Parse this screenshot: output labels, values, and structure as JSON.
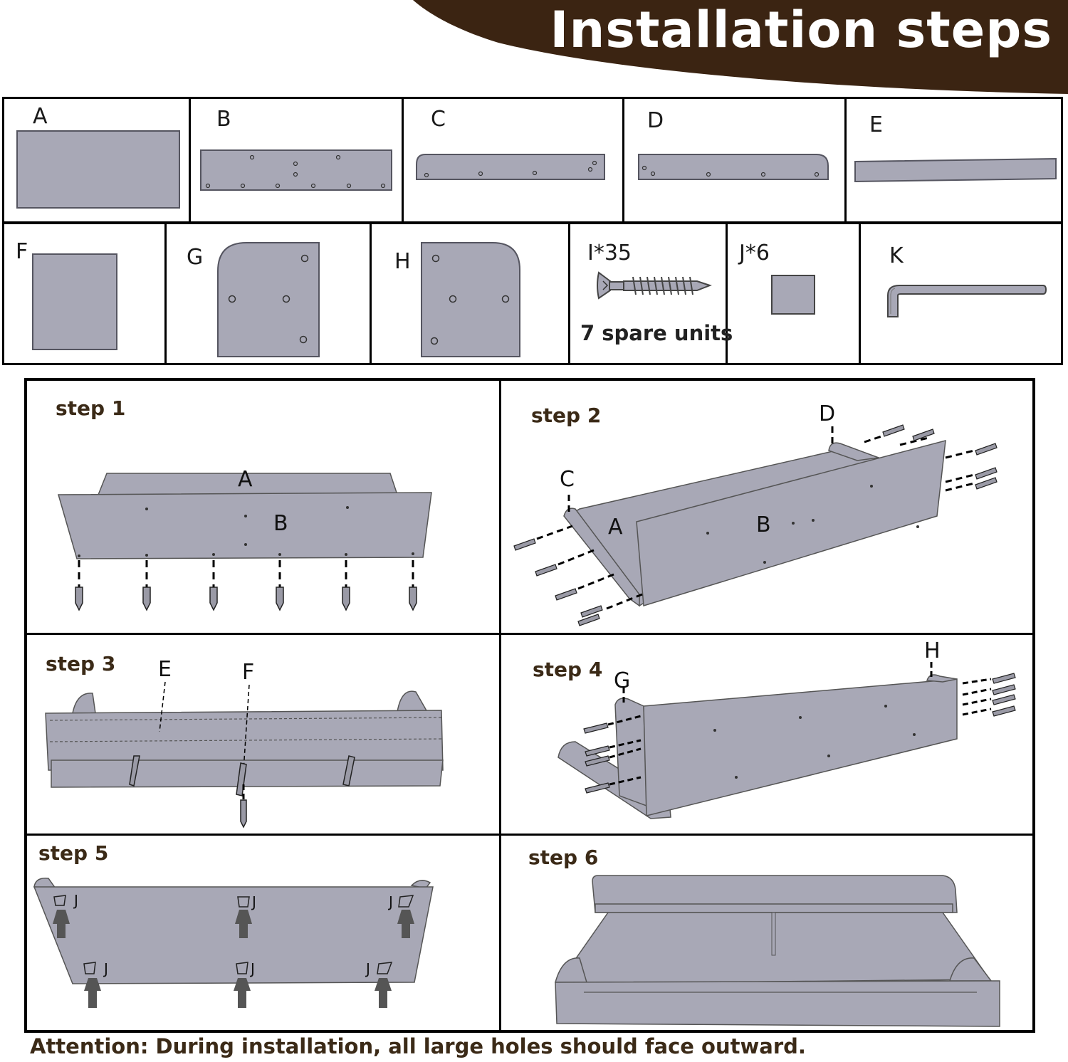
{
  "header": {
    "title": "Installation steps",
    "band_color": "#3b2412"
  },
  "parts": [
    {
      "label": "A"
    },
    {
      "label": "B"
    },
    {
      "label": "C"
    },
    {
      "label": "D"
    },
    {
      "label": "E"
    },
    {
      "label": "F"
    },
    {
      "label": "G"
    },
    {
      "label": "H"
    },
    {
      "label": "I*35",
      "note": "7 spare units"
    },
    {
      "label": "J*6"
    },
    {
      "label": "K"
    }
  ],
  "steps": [
    {
      "label": "step 1",
      "parts": [
        "A",
        "B"
      ]
    },
    {
      "label": "step 2",
      "parts": [
        "C",
        "D",
        "A",
        "B"
      ]
    },
    {
      "label": "step 3",
      "parts": [
        "E",
        "F"
      ]
    },
    {
      "label": "step 4",
      "parts": [
        "G",
        "H"
      ]
    },
    {
      "label": "step 5",
      "parts": [
        "J"
      ]
    },
    {
      "label": "step 6",
      "parts": []
    }
  ],
  "attention": "Attention: During installation, all large holes should face outward.",
  "colors": {
    "panel_fill": "#a8a8b6",
    "panel_stroke": "#555560",
    "label_color": "#3b2a17"
  }
}
